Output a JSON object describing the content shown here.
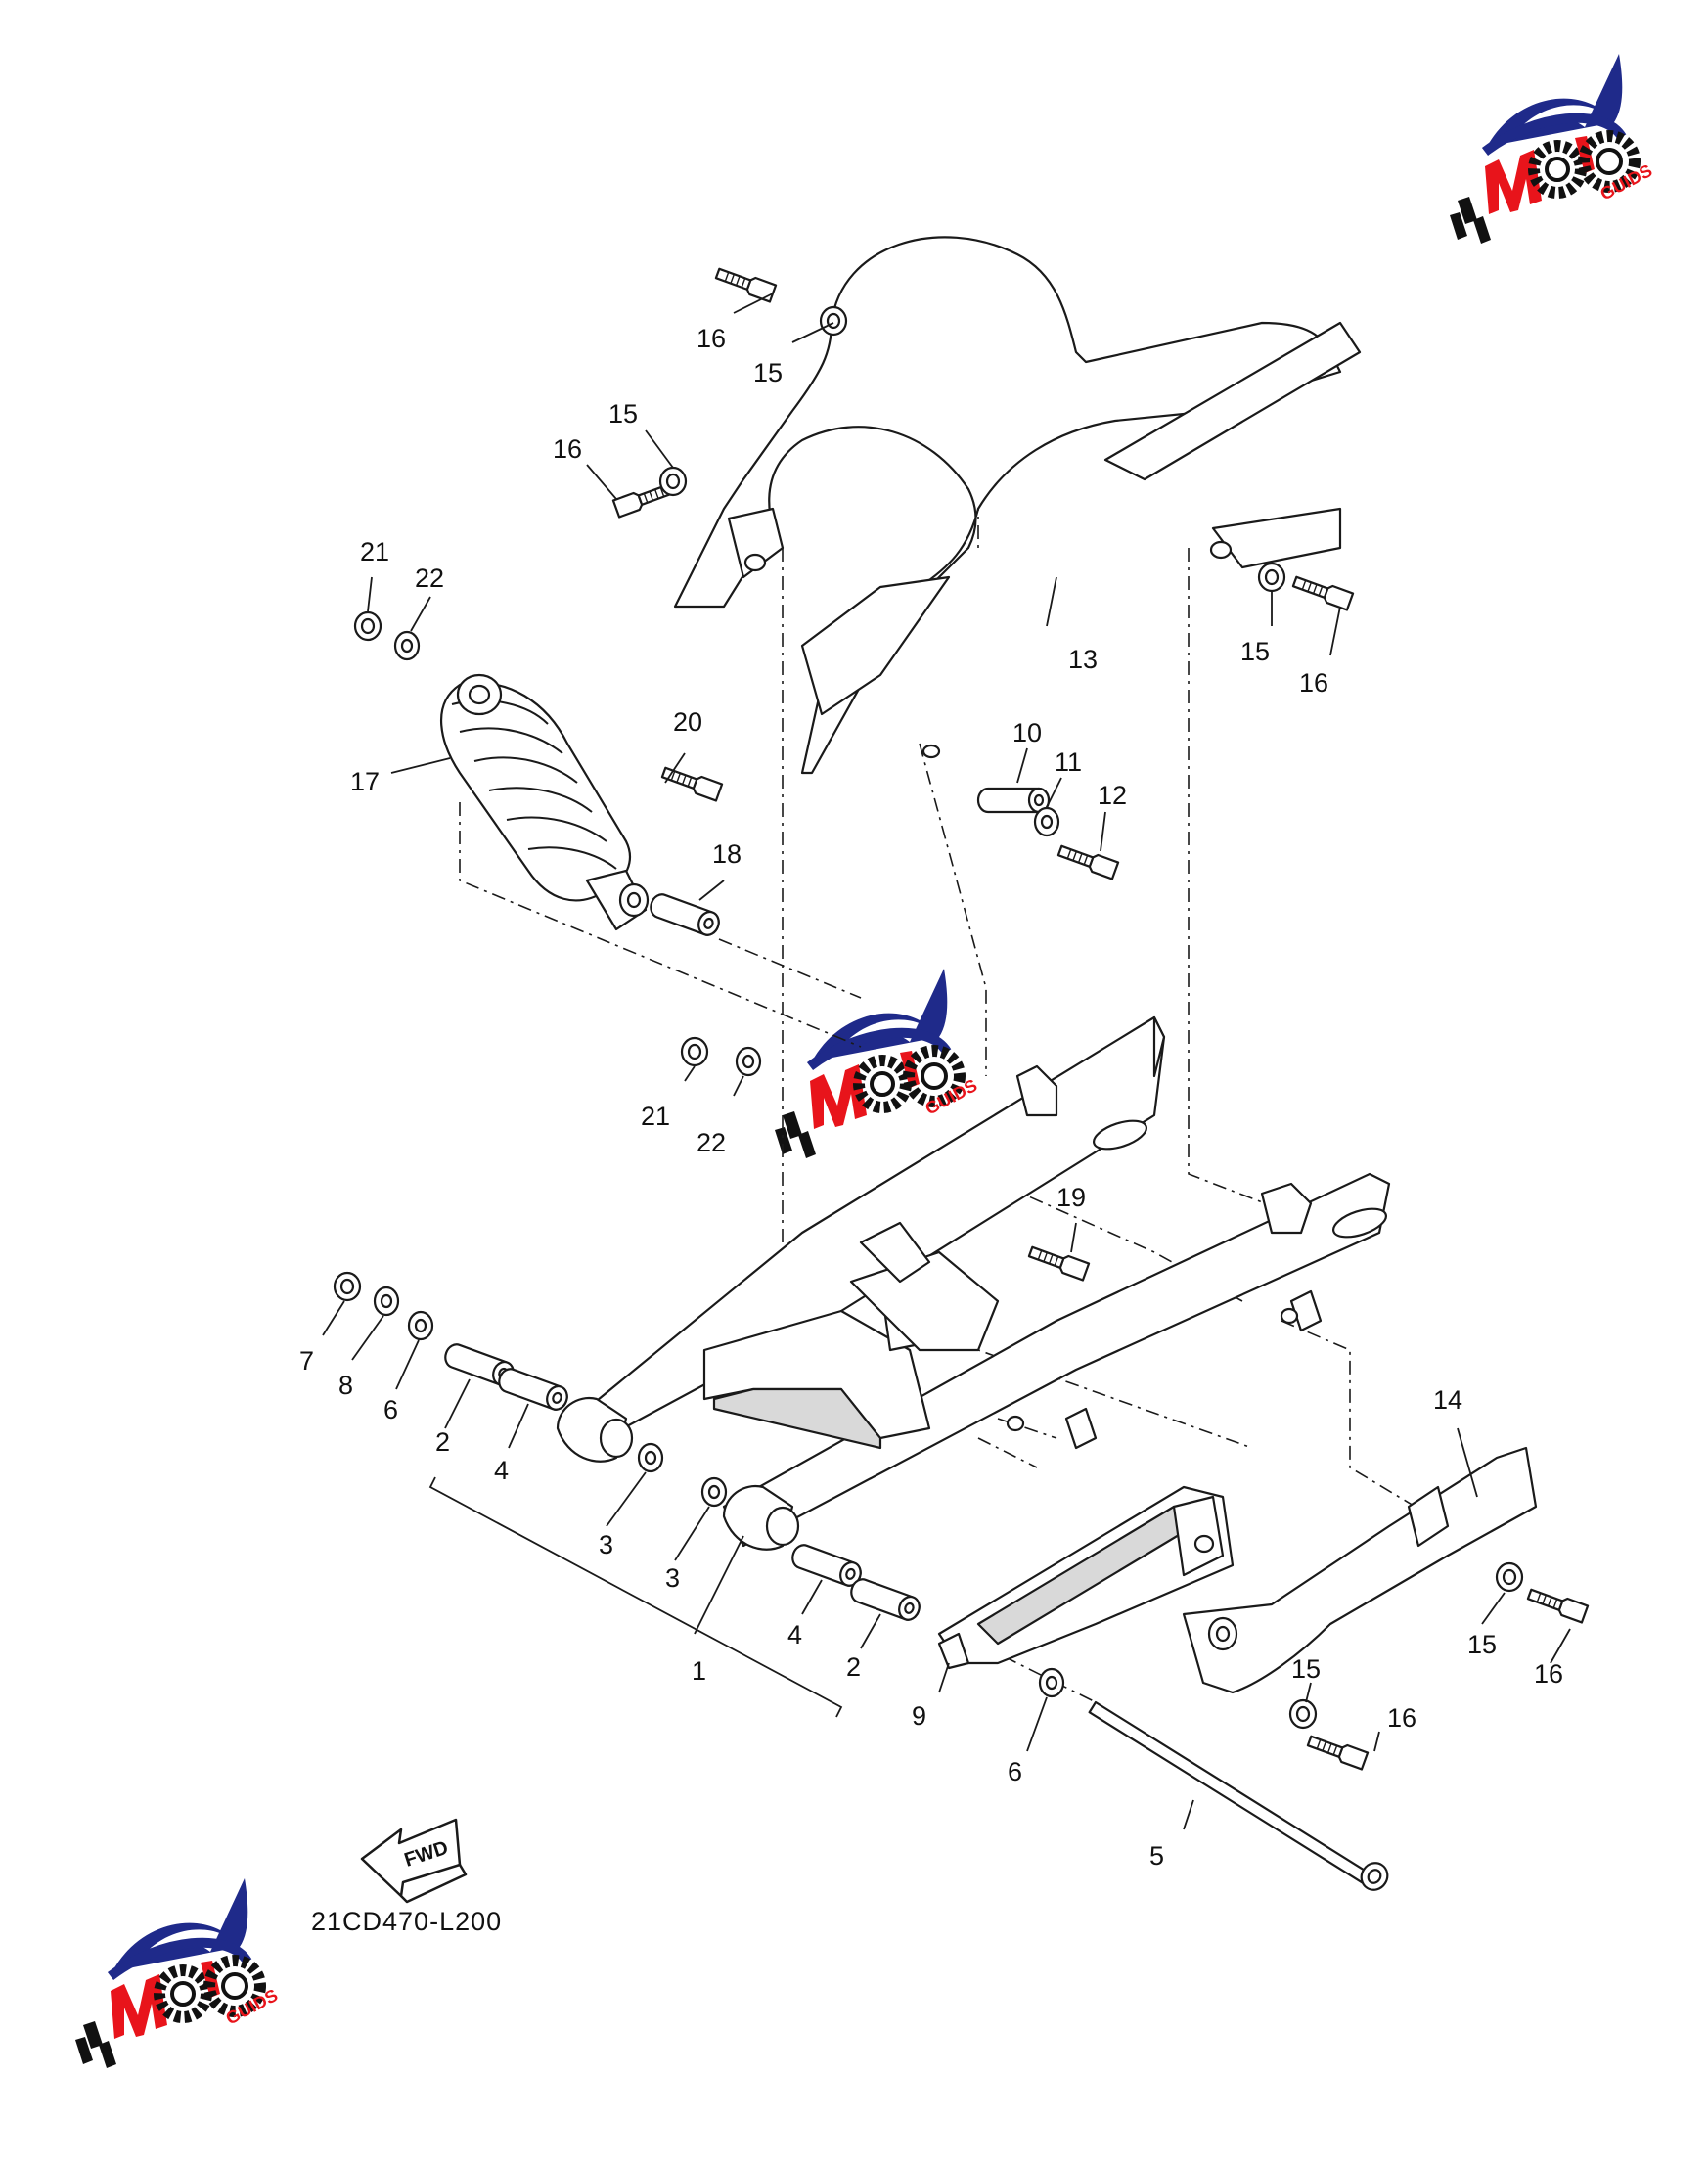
{
  "diagram_code": "21CD470-L200",
  "fwd_label": "FWD",
  "callouts": [
    {
      "id": "c1",
      "text": "1"
    },
    {
      "id": "c2a",
      "text": "2"
    },
    {
      "id": "c2b",
      "text": "2"
    },
    {
      "id": "c3a",
      "text": "3"
    },
    {
      "id": "c3b",
      "text": "3"
    },
    {
      "id": "c4a",
      "text": "4"
    },
    {
      "id": "c4b",
      "text": "4"
    },
    {
      "id": "c5",
      "text": "5"
    },
    {
      "id": "c6a",
      "text": "6"
    },
    {
      "id": "c6b",
      "text": "6"
    },
    {
      "id": "c7",
      "text": "7"
    },
    {
      "id": "c8",
      "text": "8"
    },
    {
      "id": "c9",
      "text": "9"
    },
    {
      "id": "c10",
      "text": "10"
    },
    {
      "id": "c11",
      "text": "11"
    },
    {
      "id": "c12",
      "text": "12"
    },
    {
      "id": "c13",
      "text": "13"
    },
    {
      "id": "c14",
      "text": "14"
    },
    {
      "id": "c15a",
      "text": "15"
    },
    {
      "id": "c15b",
      "text": "15"
    },
    {
      "id": "c15c",
      "text": "15"
    },
    {
      "id": "c15d",
      "text": "15"
    },
    {
      "id": "c15e",
      "text": "15"
    },
    {
      "id": "c16a",
      "text": "16"
    },
    {
      "id": "c16b",
      "text": "16"
    },
    {
      "id": "c16c",
      "text": "16"
    },
    {
      "id": "c16d",
      "text": "16"
    },
    {
      "id": "c16e",
      "text": "16"
    },
    {
      "id": "c17",
      "text": "17"
    },
    {
      "id": "c18",
      "text": "18"
    },
    {
      "id": "c19",
      "text": "19"
    },
    {
      "id": "c20",
      "text": "20"
    },
    {
      "id": "c21a",
      "text": "21"
    },
    {
      "id": "c21b",
      "text": "21"
    },
    {
      "id": "c22a",
      "text": "22"
    },
    {
      "id": "c22b",
      "text": "22"
    }
  ],
  "colors": {
    "logo_blue": "#1f2a8a",
    "logo_red": "#e8141b",
    "logo_black": "#111111"
  }
}
